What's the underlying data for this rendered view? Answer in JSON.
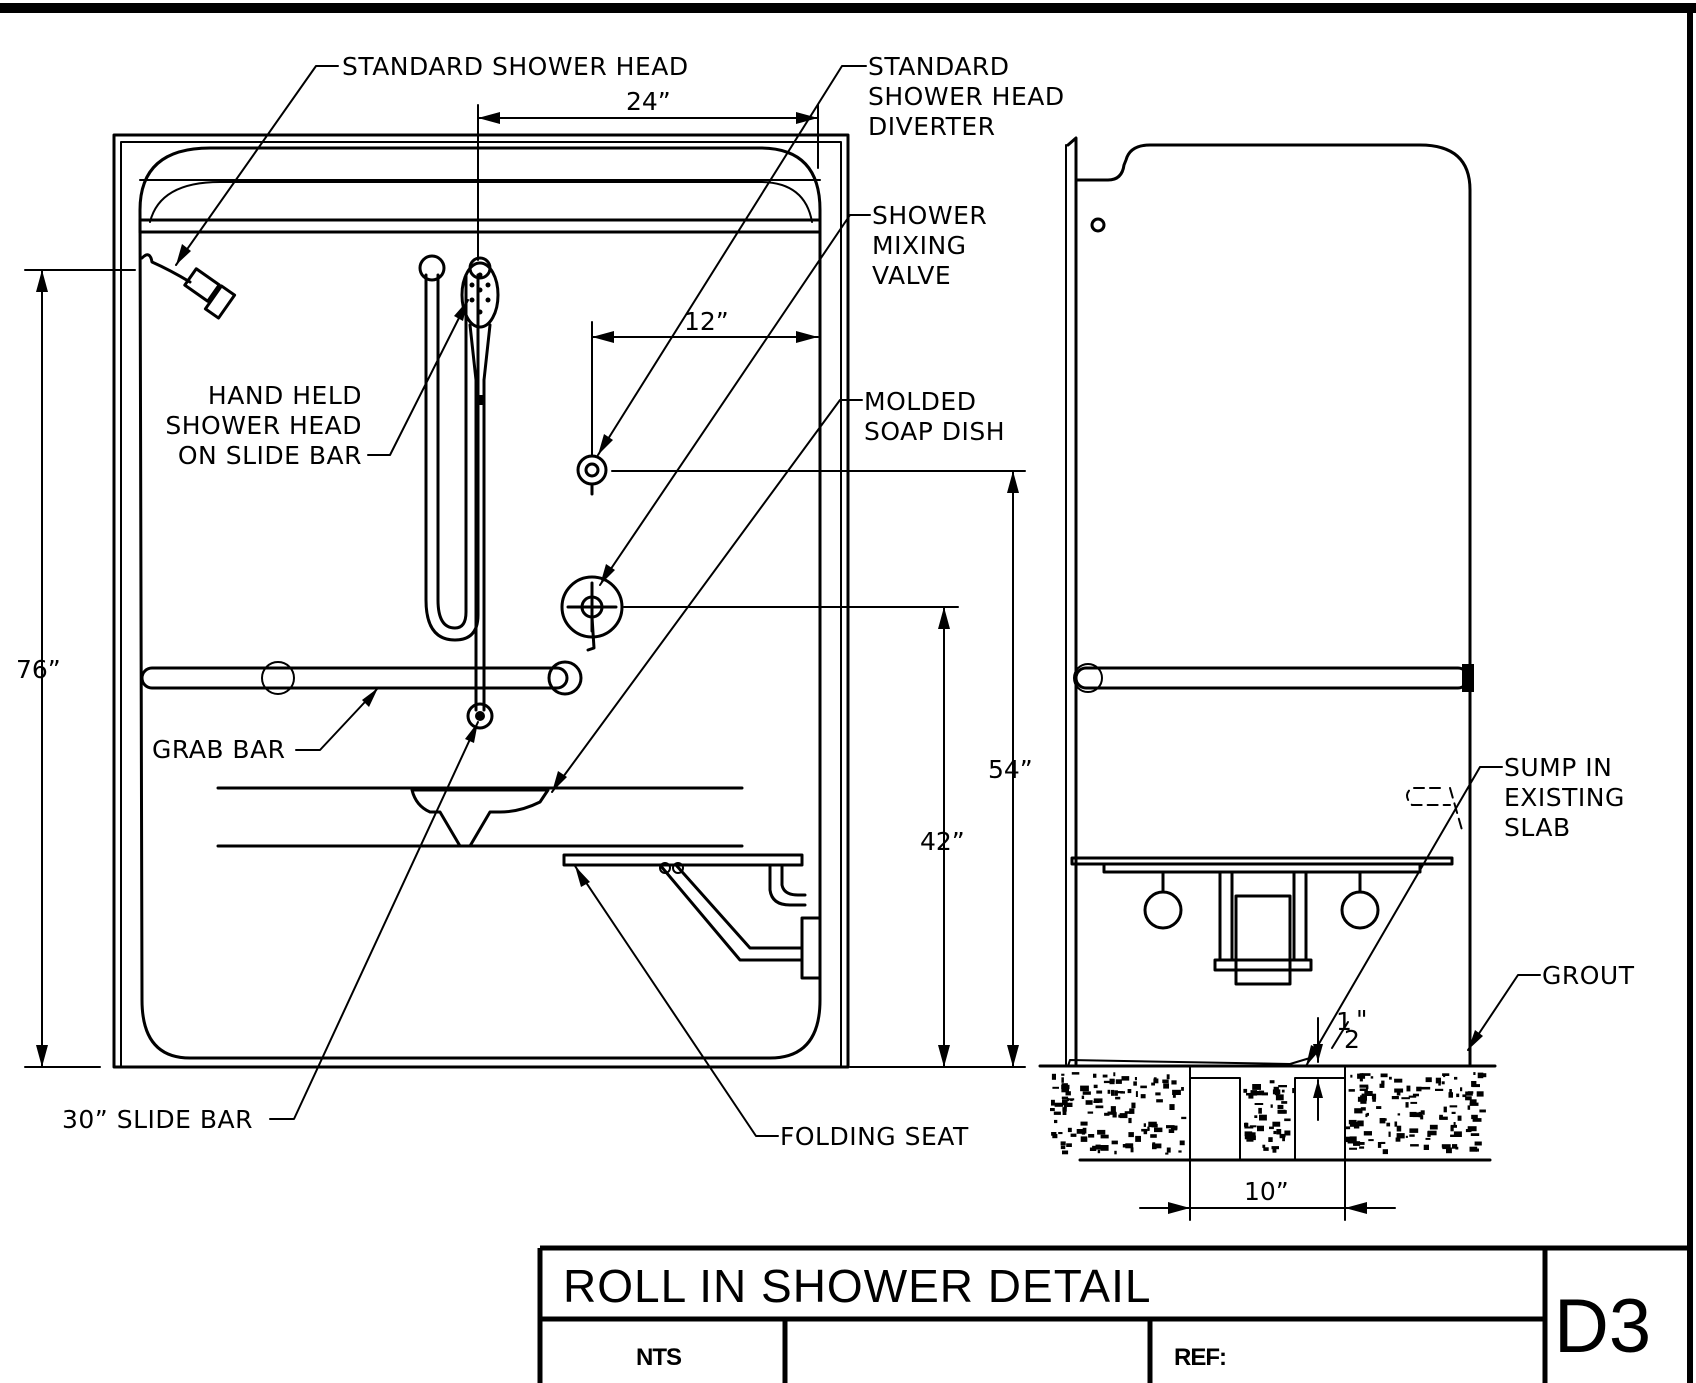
{
  "labels": {
    "standard_shower_head": "STANDARD  SHOWER  HEAD",
    "diverter": [
      "STANDARD",
      "SHOWER  HEAD",
      "DIVERTER"
    ],
    "mixing_valve": [
      "SHOWER",
      "MIXING",
      "VALVE"
    ],
    "soap_dish": [
      "MOLDED",
      "SOAP  DISH"
    ],
    "hand_held": [
      "HAND  HELD",
      "SHOWER  HEAD",
      "ON  SLIDE  BAR"
    ],
    "grab_bar": "GRAB  BAR",
    "slide_bar": "30”  SLIDE  BAR",
    "folding_seat": "FOLDING  SEAT",
    "sump": [
      "SUMP  IN",
      "EXISTING",
      "SLAB"
    ],
    "grout": "GROUT"
  },
  "dimensions": {
    "d24": "24”",
    "d12": "12”",
    "d76": "76”",
    "d54": "54”",
    "d42": "42”",
    "d10": "10”",
    "half_num": "1",
    "half_den": "2",
    "half_mark": "\""
  },
  "title_block": {
    "title": "ROLL  IN  SHOWER  DETAIL",
    "scale": "NTS",
    "ref": "REF:",
    "sheet": "D3"
  }
}
